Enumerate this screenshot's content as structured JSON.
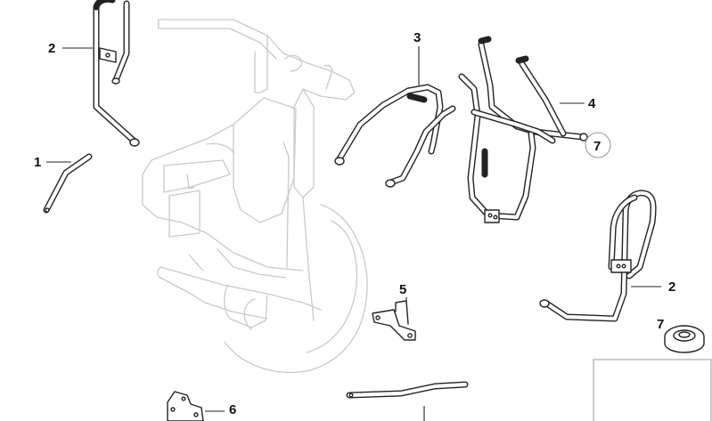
{
  "callouts": {
    "part1": "1",
    "part2_upper": "2",
    "part2_lower": "2",
    "part3": "3",
    "part4": "4",
    "part5": "5",
    "part6": "6",
    "part7_note": "7",
    "part7": "7"
  },
  "colors": {
    "line": "#222222",
    "ghost": "#c9c9c9",
    "background": "#ffffff"
  }
}
